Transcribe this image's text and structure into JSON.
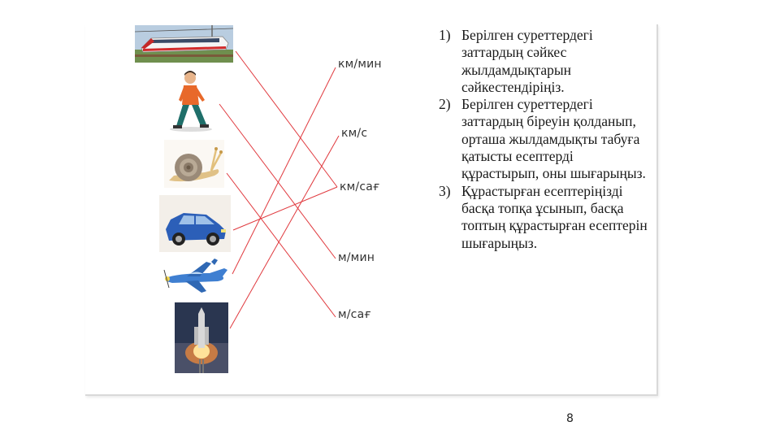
{
  "units": [
    {
      "id": "km-min",
      "label": "км/мин"
    },
    {
      "id": "km-s",
      "label": "км/с"
    },
    {
      "id": "km-sag",
      "label": "км/сағ"
    },
    {
      "id": "m-min",
      "label": "м/мин"
    },
    {
      "id": "m-sag",
      "label": "м/сағ"
    }
  ],
  "pictures": [
    {
      "id": "train",
      "icon": "train-icon"
    },
    {
      "id": "boy",
      "icon": "walking-boy-icon"
    },
    {
      "id": "snail",
      "icon": "snail-icon"
    },
    {
      "id": "car",
      "icon": "car-icon"
    },
    {
      "id": "plane",
      "icon": "airplane-icon"
    },
    {
      "id": "rocket",
      "icon": "rocket-icon"
    }
  ],
  "connections": [
    {
      "from": "train",
      "to": "km-sag"
    },
    {
      "from": "boy",
      "to": "m-min"
    },
    {
      "from": "snail",
      "to": "m-sag"
    },
    {
      "from": "car",
      "to": "km-sag"
    },
    {
      "from": "plane",
      "to": "km-min"
    },
    {
      "from": "rocket",
      "to": "km-s"
    }
  ],
  "line_color": "#e0393e",
  "tasks": [
    {
      "num": "1)",
      "text": "Берілген суреттердегі заттардың сәйкес жылдамдықтарын сәйкестендіріңіз."
    },
    {
      "num": "2)",
      "text": "Берілген суреттердегі заттардың біреуін қолданып, орташа жылдамдықты табуға қатысты есептерді құрастырып, оны шығарыңыз."
    },
    {
      "num": "3)",
      "text": "Құрастырған есептеріңізді басқа топқа ұсынып, басқа топтың құрастырған есептерін шығарыңыз."
    }
  ],
  "page_number": "8"
}
